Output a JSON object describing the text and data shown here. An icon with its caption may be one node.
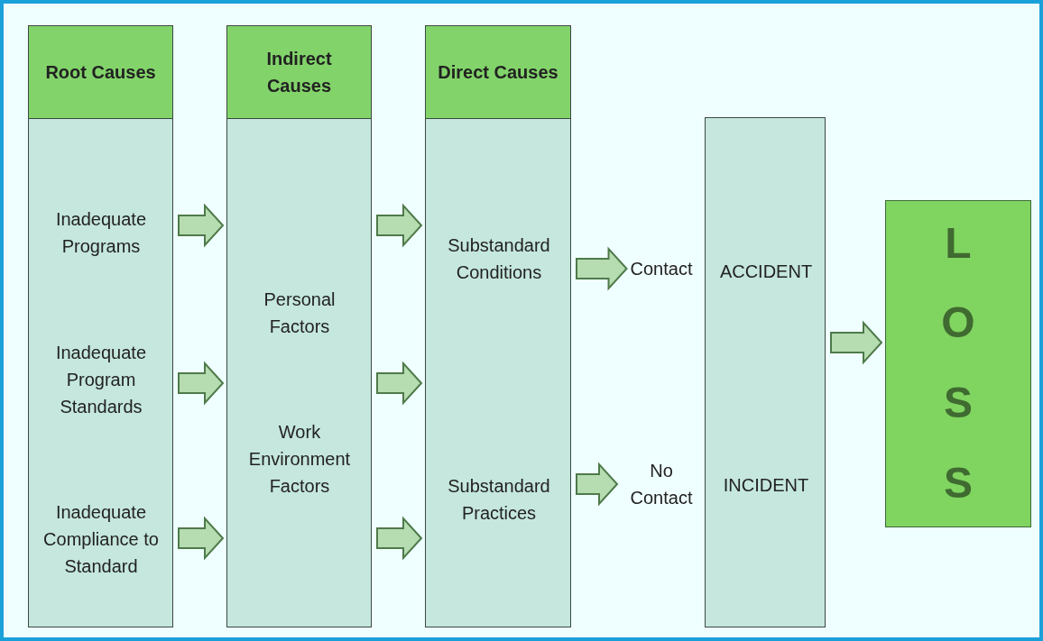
{
  "diagram": {
    "nodes": [
      {
        "text": [
          "Root Causes"
        ]
      },
      {
        "text": [
          "Inadequate Programs"
        ],
        "in": 0
      },
      {
        "text": [
          "Inadequate Program Standards"
        ],
        "in": 0
      },
      {
        "text": [
          "Inadequate Compliance to Standard"
        ],
        "in": 0
      },
      {
        "text": [
          "Indirect Causes"
        ]
      },
      {
        "text": [
          "Personal Factors"
        ],
        "in": 4
      },
      {
        "text": [
          "Work Environment Factors"
        ],
        "in": 4
      },
      {
        "text": [
          "Direct Causes"
        ]
      },
      {
        "text": [
          "Substandard Conditions"
        ],
        "in": 7
      },
      {
        "text": [
          "Substandard Practices"
        ],
        "in": 7
      },
      {
        "text": [
          "Contact"
        ]
      },
      {
        "text": [
          "No Contact"
        ]
      },
      {
        "text": [],
        "shape": "box"
      },
      {
        "text": [
          "ACCIDENT"
        ],
        "in": 12
      },
      {
        "text": [
          "INCIDENT"
        ],
        "in": 12
      },
      {
        "text": [
          "LOSS"
        ]
      }
    ],
    "edges": [
      {
        "from": 0,
        "to": 4,
        "arrow": "to"
      },
      {
        "from": 0,
        "to": 4,
        "arrow": "to"
      },
      {
        "from": 0,
        "to": 4,
        "arrow": "to"
      },
      {
        "from": 4,
        "to": 7,
        "arrow": "to"
      },
      {
        "from": 4,
        "to": 7,
        "arrow": "to"
      },
      {
        "from": 4,
        "to": 7,
        "arrow": "to"
      },
      {
        "from": 7,
        "to": 10,
        "arrow": "to"
      },
      {
        "from": 7,
        "to": 11,
        "arrow": "to"
      },
      {
        "from": 12,
        "to": 15,
        "arrow": "to"
      }
    ]
  }
}
